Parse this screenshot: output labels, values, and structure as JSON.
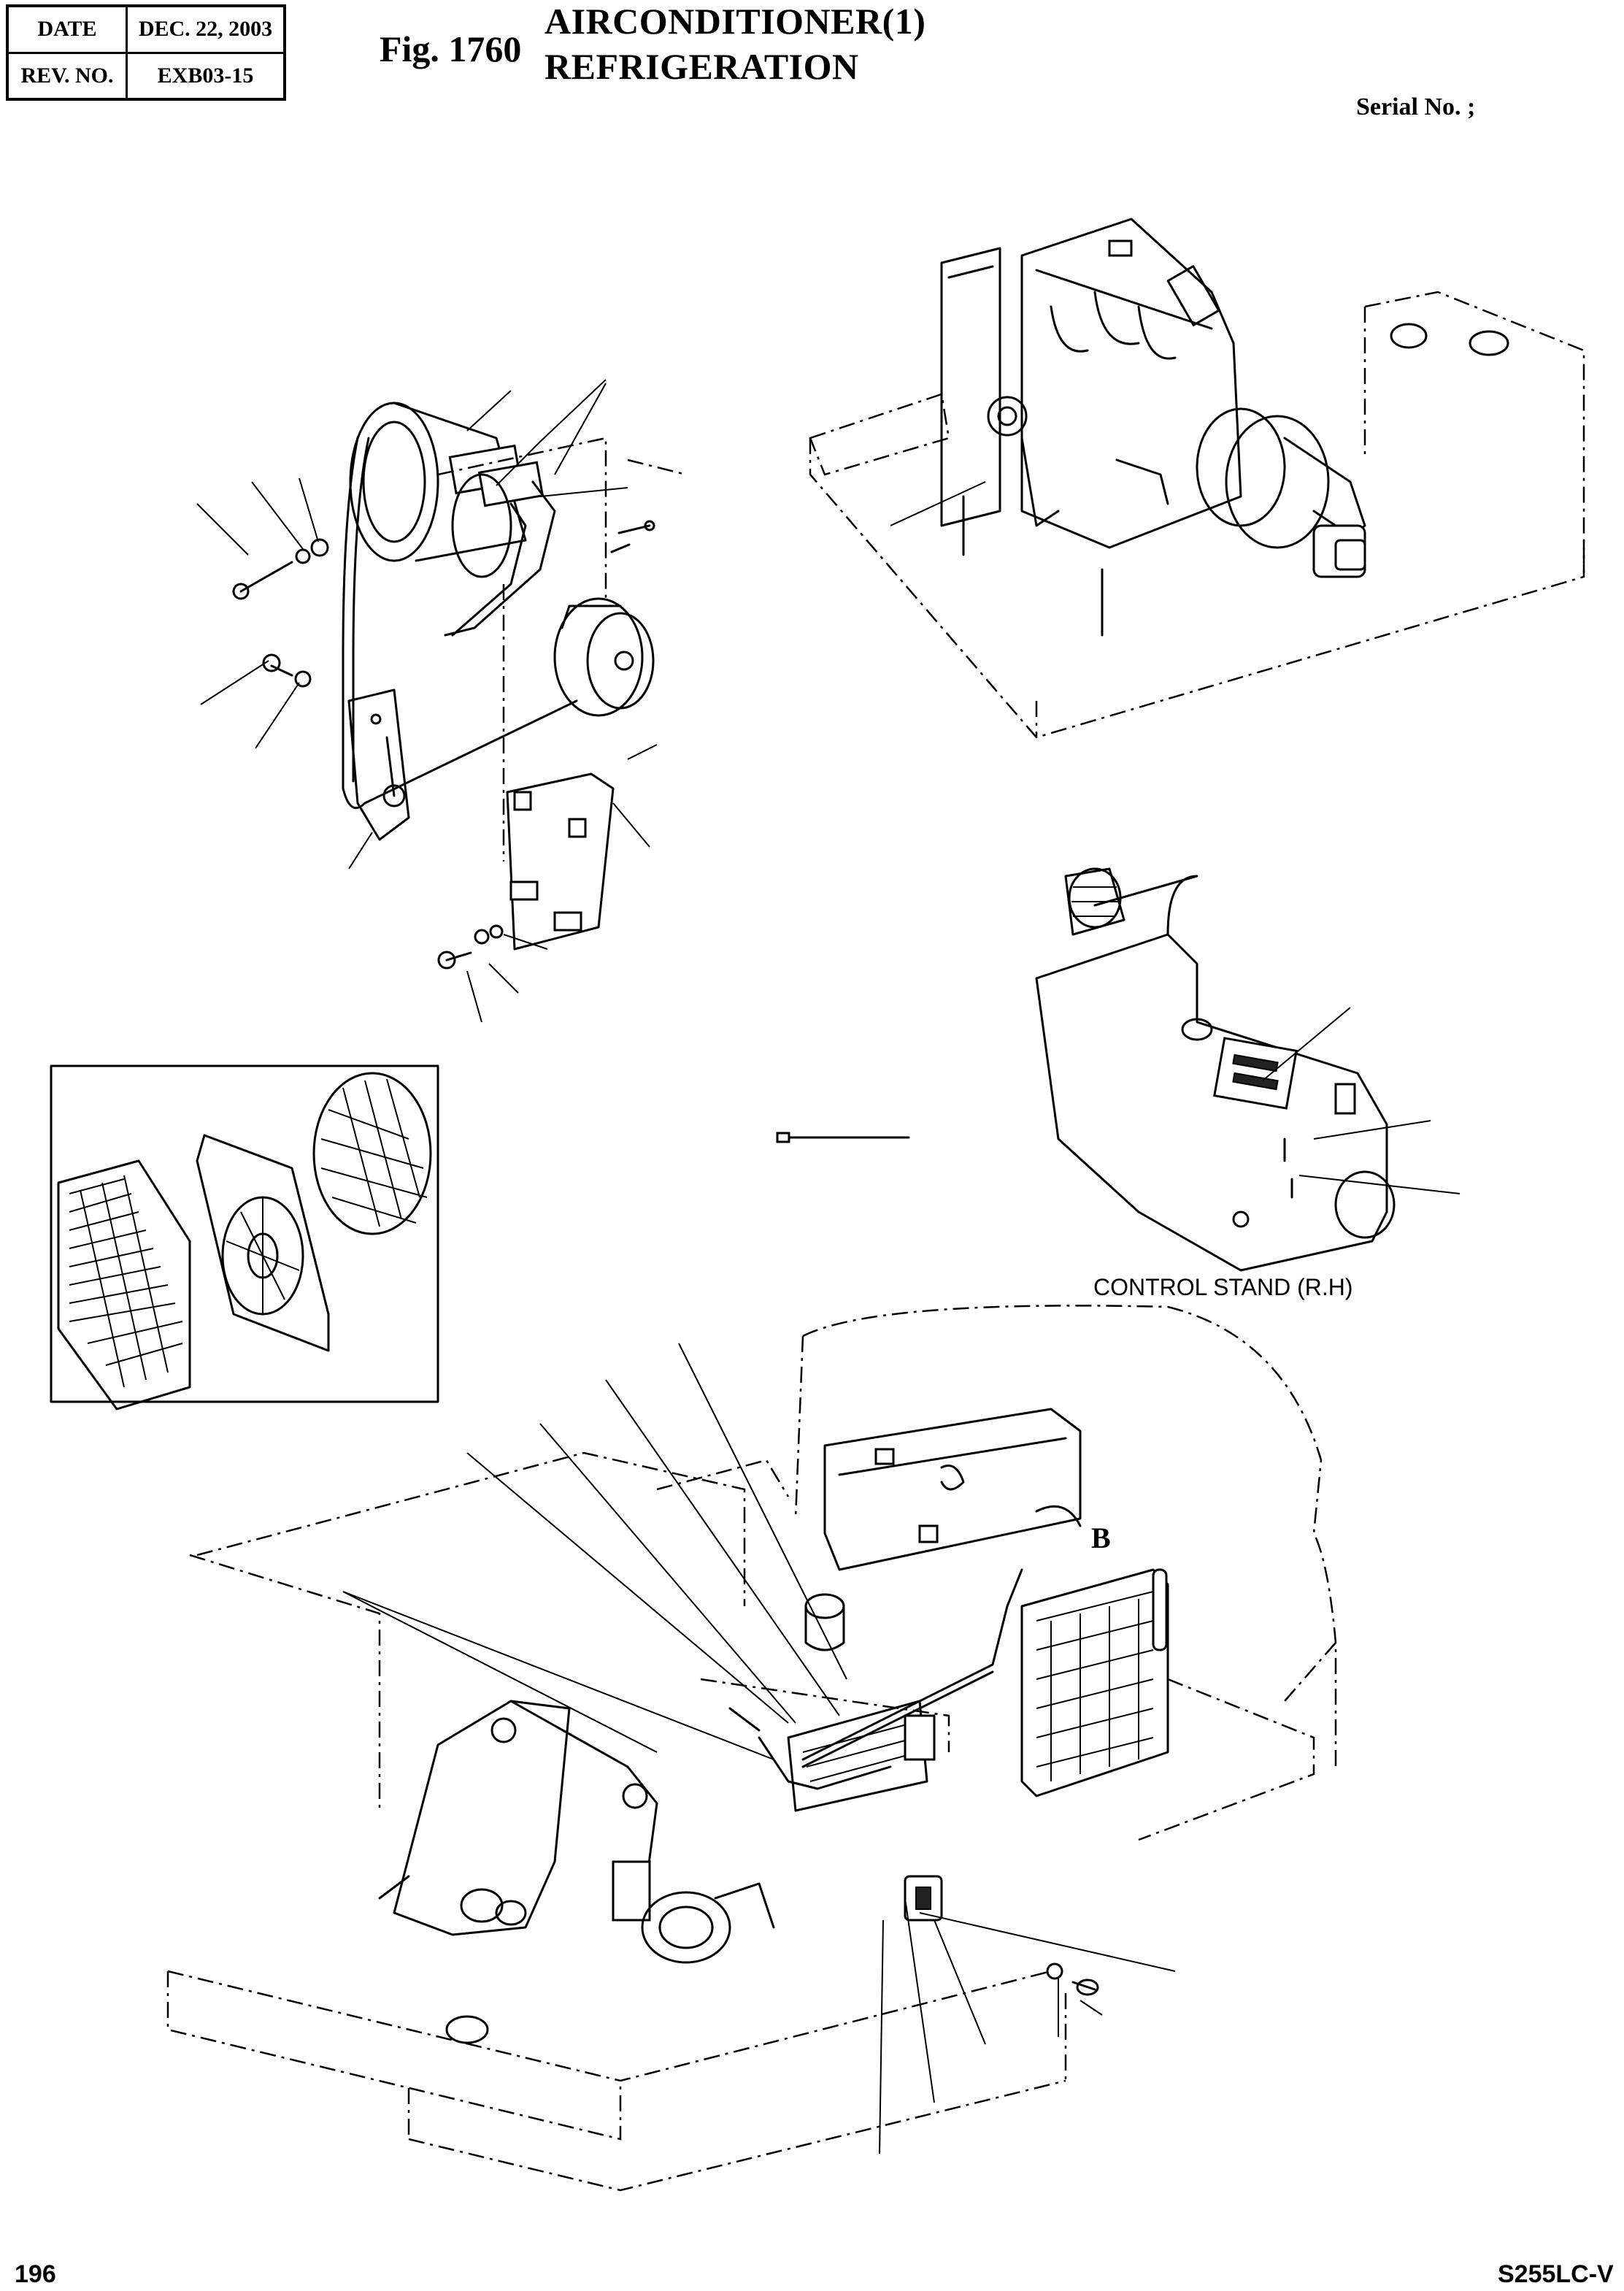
{
  "header": {
    "date_label": "DATE",
    "date_value": "DEC. 22, 2003",
    "rev_label": "REV. NO.",
    "rev_value": "EXB03-15"
  },
  "figure": {
    "number": "Fig. 1760",
    "title_line1": "AIRCONDITIONER(1)",
    "title_line2": "REFRIGERATION"
  },
  "serial": "Serial No. ;",
  "control_stand_caption": "CONTROL STAND (R.H)",
  "callout_letter": "B",
  "footer": {
    "page_number": "196",
    "model": "S255LC-V"
  }
}
